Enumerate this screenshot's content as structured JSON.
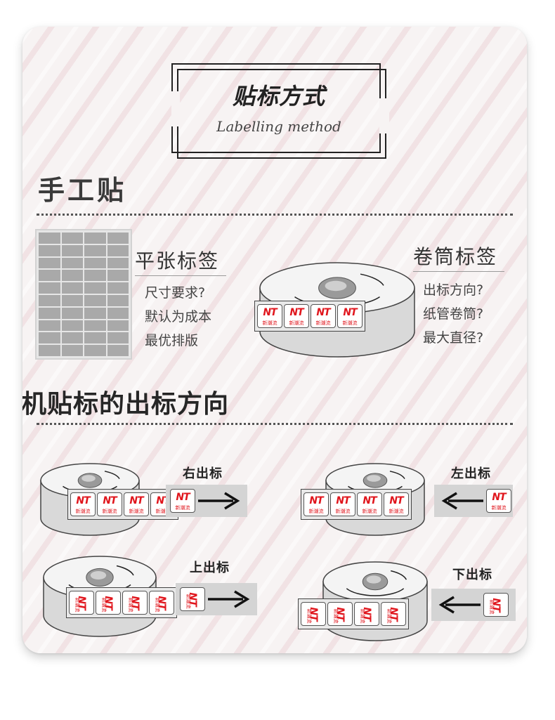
{
  "header": {
    "title_cn": "贴标方式",
    "title_en": "Labelling method"
  },
  "manual": {
    "heading": "手工贴",
    "flat": {
      "title": "平张标签",
      "questions": [
        "尺寸要求?",
        "默认为成本",
        "最优排版"
      ]
    },
    "roll": {
      "title": "卷筒标签",
      "questions": [
        "出标方向?",
        "纸管卷筒?",
        "最大直径?"
      ]
    }
  },
  "machine": {
    "heading": "机贴标的出标方向",
    "directions": [
      {
        "label": "右出标",
        "arrow": "right"
      },
      {
        "label": "左出标",
        "arrow": "left"
      },
      {
        "label": "上出标",
        "arrow": "right"
      },
      {
        "label": "下出标",
        "arrow": "left"
      }
    ]
  },
  "label_logo": {
    "mark": "NT",
    "sub": "新潮流"
  },
  "colors": {
    "brand_red": "#e0161d",
    "stripe": "#f1e2e4",
    "roll_gray": "#d9d9d9"
  }
}
